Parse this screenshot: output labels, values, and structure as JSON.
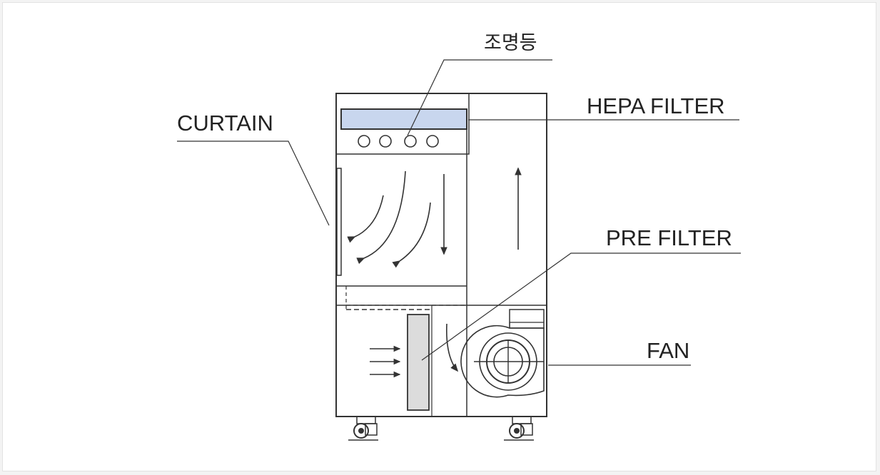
{
  "diagram": {
    "labels": {
      "lighting": "조명등",
      "hepa_filter": "HEPA FILTER",
      "curtain": "CURTAIN",
      "pre_filter": "PRE FILTER",
      "fan": "FAN"
    },
    "colors": {
      "line": "#333333",
      "lamp_fill": "#c8d6ee",
      "pre_filter_fill": "#dcdcdc",
      "background": "#ffffff",
      "outer_border": "#e2e2e2"
    }
  }
}
